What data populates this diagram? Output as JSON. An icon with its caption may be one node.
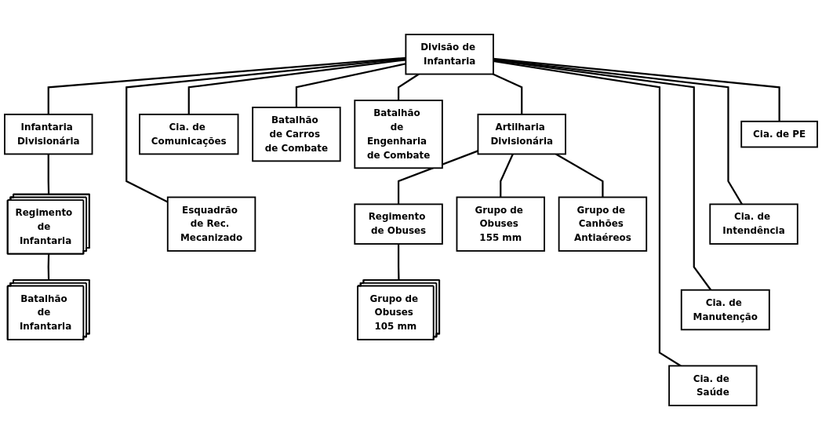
{
  "diagram": {
    "nodes": [
      {
        "text": [
          "Divisão de Infantaria"
        ]
      },
      {
        "text": [
          "Infantaria Divisionária"
        ]
      },
      {
        "text": [
          "Batalhão de Carros de Combate"
        ]
      },
      {
        "text": [
          "Cia. de Comunicações"
        ]
      },
      {
        "text": [
          "Artilharia Divisionária"
        ]
      },
      {
        "text": [
          "Batalhão de Engenharia de Combate"
        ]
      },
      {
        "text": [
          "Cia. de PE"
        ]
      },
      {
        "text": [
          "Regimento de Infantaria"
        ]
      },
      {
        "text": [
          "Batalhão de Infantaria"
        ]
      },
      {
        "text": [
          "Esquadrão de Rec. Mecanizado"
        ]
      },
      {
        "text": [
          "Regimento de Obuses"
        ]
      },
      {
        "text": [
          "Grupo de Obuses 155 mm"
        ]
      },
      {
        "text": [
          "Grupo de Canhões Antiaéreos"
        ]
      },
      {
        "text": [
          "Grupo de Obuses 105 mm"
        ]
      },
      {
        "text": [
          "Cia. de Intendência"
        ]
      },
      {
        "text": [
          "Cia. de Manutenção"
        ]
      },
      {
        "text": [
          "Cia. de Saúde"
        ]
      }
    ],
    "edges": [
      {
        "from": 0,
        "to": 1,
        "arrow": "none"
      },
      {
        "from": 0,
        "to": 2,
        "arrow": "none"
      },
      {
        "from": 0,
        "to": 9,
        "arrow": "none"
      },
      {
        "from": 0,
        "to": 3,
        "arrow": "none"
      },
      {
        "from": 0,
        "to": 4,
        "arrow": "none"
      },
      {
        "from": 0,
        "to": 5,
        "arrow": "none"
      },
      {
        "from": 0,
        "to": 6,
        "arrow": "none"
      },
      {
        "from": 0,
        "to": 14,
        "arrow": "none"
      },
      {
        "from": 0,
        "to": 15,
        "arrow": "none"
      },
      {
        "from": 0,
        "to": 16,
        "arrow": "none"
      },
      {
        "from": 1,
        "to": 7,
        "arrow": "none"
      },
      {
        "from": 7,
        "to": 8,
        "arrow": "none"
      },
      {
        "from": 4,
        "to": 10,
        "arrow": "none"
      },
      {
        "from": 4,
        "to": 11,
        "arrow": "none"
      },
      {
        "from": 4,
        "to": 12,
        "arrow": "none"
      },
      {
        "from": 10,
        "to": 13,
        "arrow": "none"
      }
    ]
  }
}
